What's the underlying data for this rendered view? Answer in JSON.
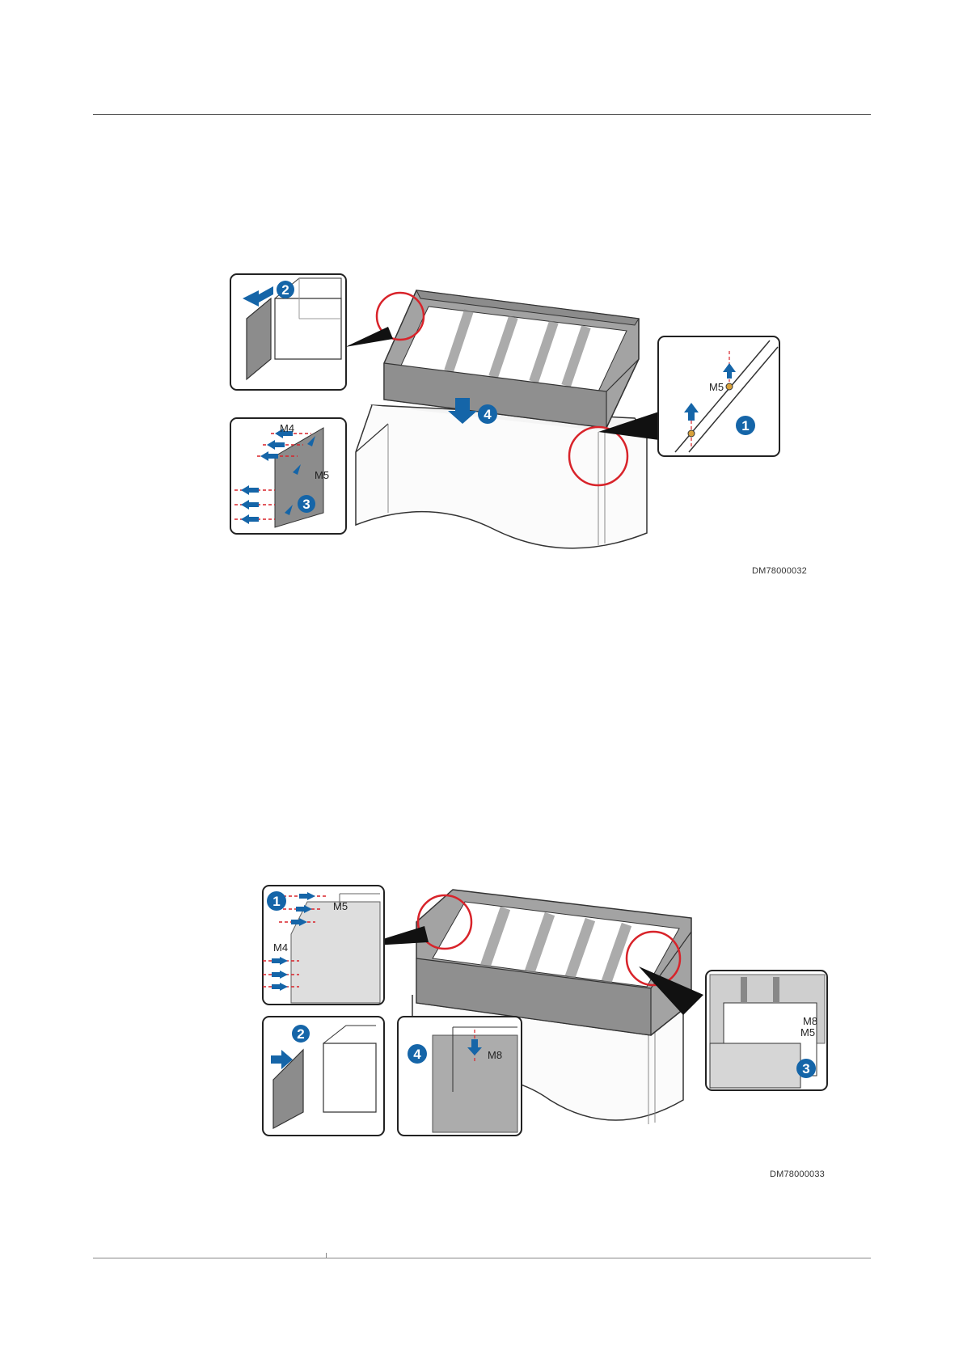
{
  "figure1": {
    "id": "DM78000032",
    "steps": [
      "1",
      "2",
      "3",
      "4"
    ],
    "labels": {
      "m5_right": "M5",
      "m4": "M4",
      "m5_left": "M5"
    }
  },
  "figure2": {
    "id": "DM78000033",
    "steps": [
      "1",
      "2",
      "3",
      "4"
    ],
    "labels": {
      "m5_top": "M5",
      "m4": "M4",
      "m8_right": "M8",
      "m5_right": "M5",
      "m8_bottom": "M8"
    }
  },
  "colors": {
    "callout_blue": "#1565a8",
    "highlight_red": "#d8232a",
    "panel_gray": "#8c8c8c"
  }
}
